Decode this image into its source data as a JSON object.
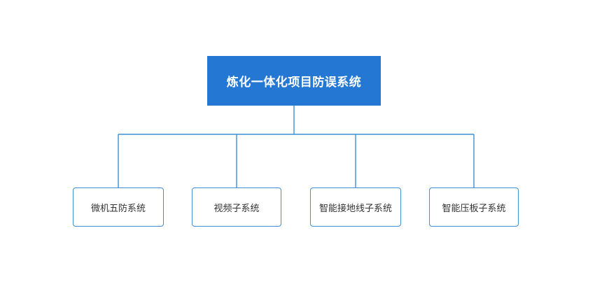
{
  "diagram": {
    "type": "org-tree",
    "root": {
      "label": "炼化一体化项目防误系统",
      "fill_color": "#2478d4",
      "text_color": "#ffffff"
    },
    "children": [
      {
        "label": "微机五防系统",
        "border_color": "#3d8fd6",
        "text_color": "#333333"
      },
      {
        "label": "视频子系统",
        "border_color": "#3d8fd6",
        "text_color": "#333333"
      },
      {
        "label": "智能接地线子系统",
        "border_color": "#3d8fd6",
        "text_color": "#333333"
      },
      {
        "label": "智能压板子系统",
        "border_color": "#3d8fd6",
        "text_color": "#333333"
      }
    ],
    "connector_color": "#3d8fd6",
    "background_color": "#ffffff"
  }
}
